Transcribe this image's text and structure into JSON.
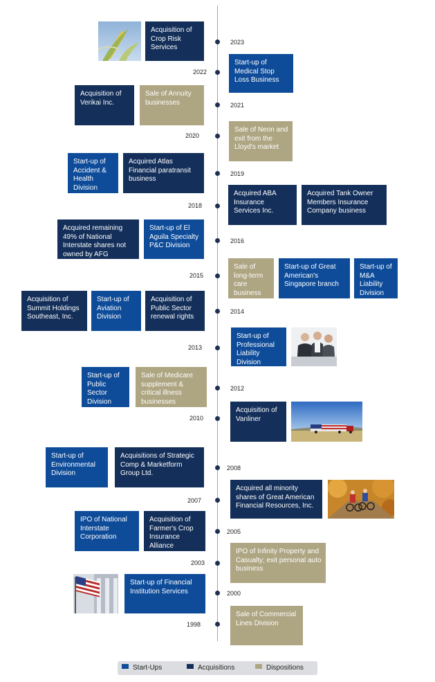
{
  "colors": {
    "start_ups": "#0e4c9a",
    "acquisitions": "#132f5a",
    "dispositions": "#aea582",
    "axis": "#9aa3ad"
  },
  "legend": [
    {
      "label": "Start-Ups",
      "kind": "start"
    },
    {
      "label": "Acquisitions",
      "kind": "acq"
    },
    {
      "label": "Dispositions",
      "kind": "disp"
    }
  ],
  "years": [
    "2023",
    "2022",
    "2021",
    "2020",
    "2019",
    "2018",
    "2016",
    "2015",
    "2014",
    "2013",
    "2012",
    "2010",
    "2008",
    "2007",
    "2005",
    "2003",
    "2000",
    "1998"
  ],
  "events": [
    {
      "kind": "acq",
      "text": "Acquisition of Crop Risk Services"
    },
    {
      "kind": "start",
      "text": "Start-up of Medical Stop Loss Business"
    },
    {
      "kind": "acq",
      "text": "Acquisition of Verikai Inc."
    },
    {
      "kind": "disp",
      "text": "Sale of Annuity businesses"
    },
    {
      "kind": "disp",
      "text": "Sale of Neon and exit from the Lloyd's market"
    },
    {
      "kind": "start",
      "text": "Start-up of Accident & Health Division"
    },
    {
      "kind": "acq",
      "text": "Acquired Atlas Financial paratransit business"
    },
    {
      "kind": "acq",
      "text": "Acquired ABA Insurance Services Inc."
    },
    {
      "kind": "acq",
      "text": "Acquired Tank Owner Members Insurance Company business"
    },
    {
      "kind": "acq",
      "text": "Acquired remaining 49% of National Interstate shares not owned by AFG"
    },
    {
      "kind": "start",
      "text": "Start-up of El Aguila Specialty P&C Division"
    },
    {
      "kind": "disp",
      "text": "Sale of long-term care business"
    },
    {
      "kind": "start",
      "text": "Start-up of Great American's Singapore branch"
    },
    {
      "kind": "start",
      "text": "Start-up of M&A Liability Division"
    },
    {
      "kind": "acq",
      "text": "Acquisition of Summit Holdings Southeast, Inc."
    },
    {
      "kind": "start",
      "text": "Start-up of Aviation Division"
    },
    {
      "kind": "acq",
      "text": "Acquisition of Public Sector renewal rights"
    },
    {
      "kind": "start",
      "text": "Start-up of Professional Liability Division"
    },
    {
      "kind": "start",
      "text": "Start-up of Public Sector Division"
    },
    {
      "kind": "disp",
      "text": "Sale of Medicare supplement & critical illness businesses"
    },
    {
      "kind": "acq",
      "text": "Acquisition of Vanliner"
    },
    {
      "kind": "start",
      "text": "Start-up of Environmental Division"
    },
    {
      "kind": "acq",
      "text": "Acquisitions of Strategic Comp & Marketform Group Ltd."
    },
    {
      "kind": "acq",
      "text": "Acquired all minority shares of Great American Financial Resources, Inc."
    },
    {
      "kind": "start",
      "text": "IPO of National Interstate Corporation"
    },
    {
      "kind": "acq",
      "text": "Acquisition of Farmer's Crop Insurance Alliance"
    },
    {
      "kind": "disp",
      "text": "IPO of Infinity Property and Casualty; exit personal auto business"
    },
    {
      "kind": "start",
      "text": "Start-up of Financial Institution Services"
    },
    {
      "kind": "disp",
      "text": "Sale of Commercial Lines Division"
    }
  ]
}
